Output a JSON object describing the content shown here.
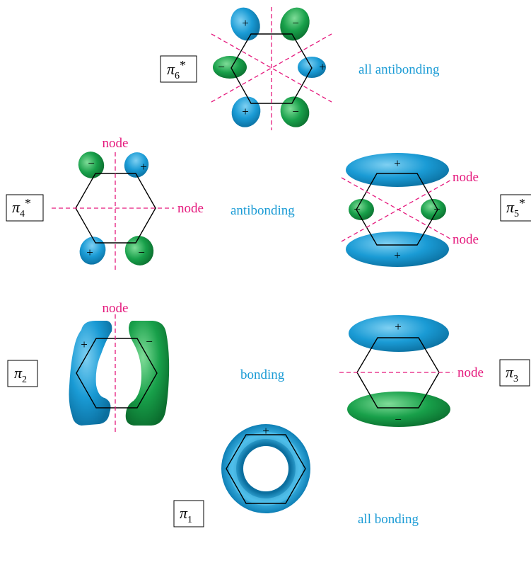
{
  "colors": {
    "blue": "#1a9bd5",
    "blue_dark": "#0b6f9f",
    "green": "#18a04a",
    "green_dark": "#0b6d2e",
    "node": "#e5197d",
    "caption": "#1a9bd5",
    "line": "#000000"
  },
  "orbitals": {
    "pi6": {
      "symbol": "π",
      "sub": "6",
      "sup": "*",
      "caption": "all antibonding",
      "signs": [
        "+",
        "−",
        "−",
        "+",
        "+",
        "−"
      ]
    },
    "pi4": {
      "symbol": "π",
      "sub": "4",
      "sup": "*",
      "signs": [
        "−",
        "+",
        "+",
        "−"
      ]
    },
    "pi5": {
      "symbol": "π",
      "sub": "5",
      "sup": "*",
      "signs": [
        "+",
        "−",
        "−",
        "+"
      ]
    },
    "pi2": {
      "symbol": "π",
      "sub": "2",
      "signs": [
        "+",
        "−"
      ]
    },
    "pi3": {
      "symbol": "π",
      "sub": "3",
      "signs": [
        "+",
        "−"
      ]
    },
    "pi1": {
      "symbol": "π",
      "sub": "1",
      "caption": "all bonding",
      "signs": [
        "+"
      ]
    }
  },
  "captions": {
    "antibonding": "antibonding",
    "bonding": "bonding"
  },
  "node_label": "node"
}
